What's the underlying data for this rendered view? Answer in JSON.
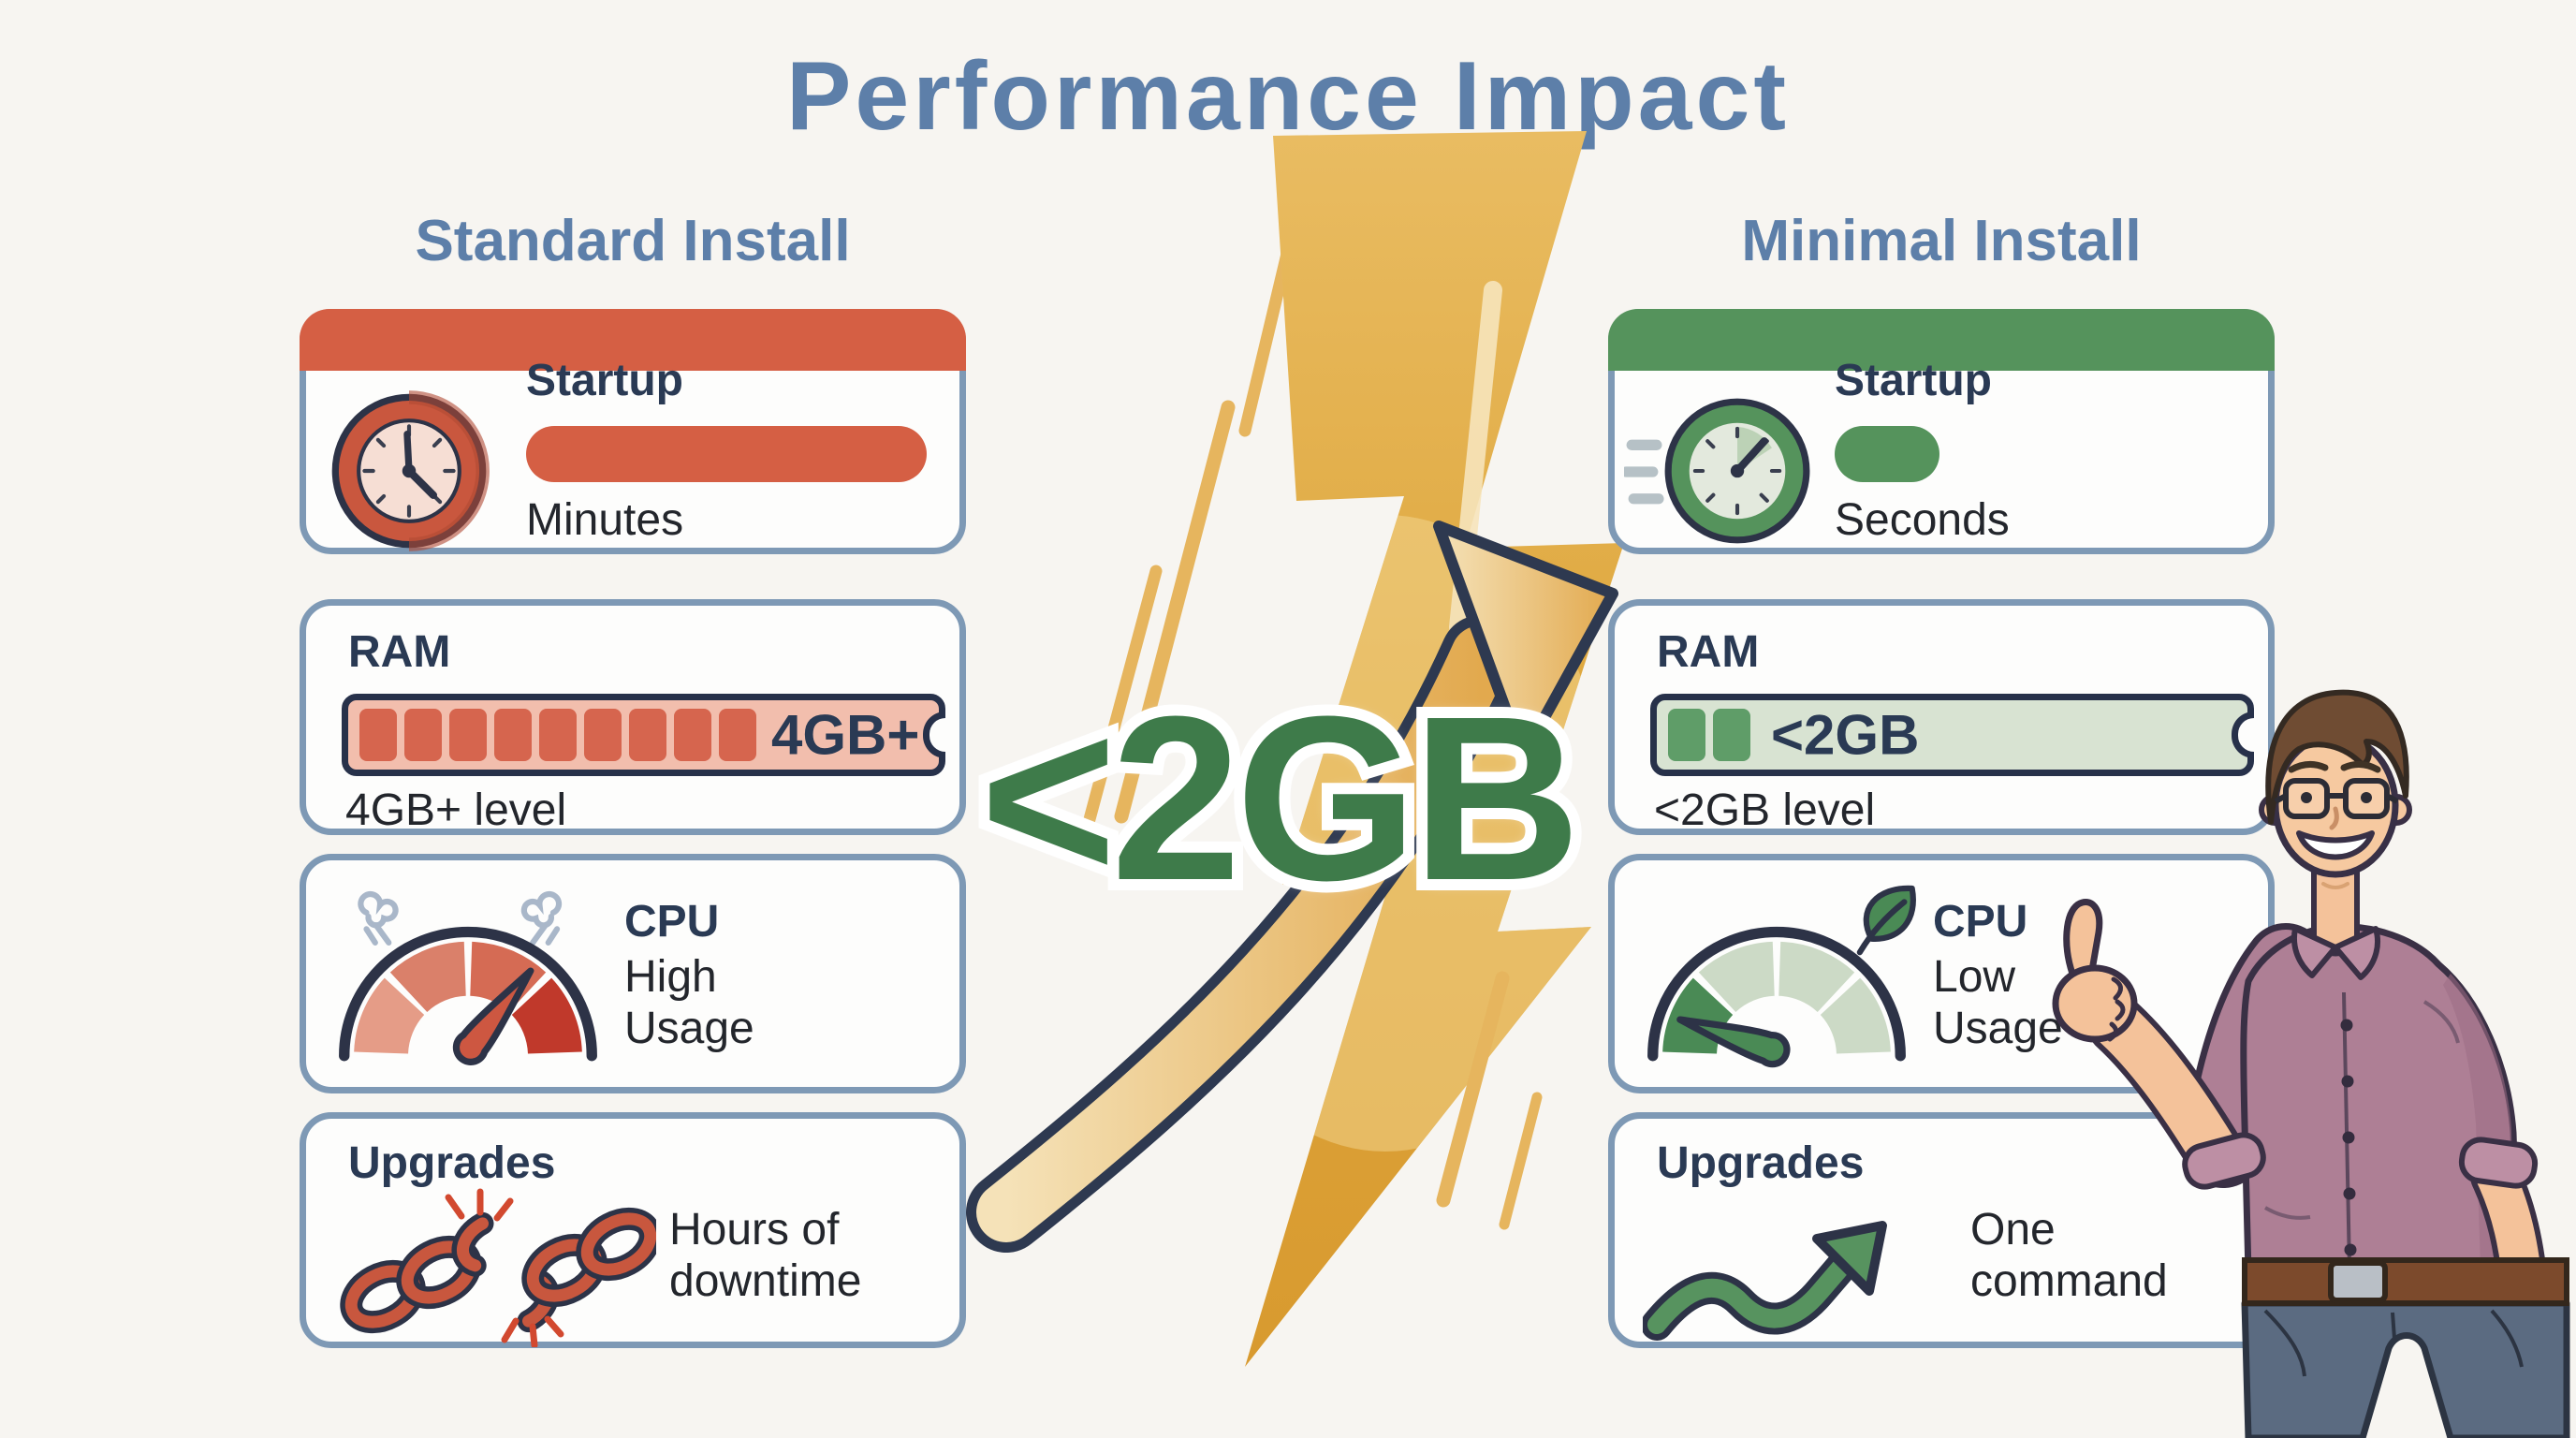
{
  "title": "Performance Impact",
  "center": {
    "value": "<2GB",
    "graphic": "lightning-bolt-with-arrow"
  },
  "theme": {
    "standard_accent": "#d55f44",
    "minimal_accent": "#55935c",
    "title_color": "#5d7fa9",
    "card_border": "#7e99b5",
    "gold": "#dfa83f"
  },
  "standard": {
    "header": "Standard Install",
    "cards": [
      {
        "title": "Startup",
        "value": "Minutes",
        "icon": "clock-icon"
      },
      {
        "title": "RAM",
        "value": "4GB+ level",
        "icon": "ram-bar-icon",
        "bar_label": "4GB+",
        "segments": 9
      },
      {
        "title": "CPU",
        "value": "High\nUsage",
        "icon": "gauge-high-icon"
      },
      {
        "title": "Upgrades",
        "value": "Hours of\ndowntime",
        "icon": "broken-chain-icon"
      }
    ]
  },
  "minimal": {
    "header": "Minimal Install",
    "cards": [
      {
        "title": "Startup",
        "value": "Seconds",
        "icon": "stopwatch-icon"
      },
      {
        "title": "RAM",
        "value": "<2GB level",
        "icon": "ram-bar-icon",
        "bar_label": "<2GB",
        "segments": 2
      },
      {
        "title": "CPU",
        "value": "Low\nUsage",
        "icon": "gauge-low-icon"
      },
      {
        "title": "Upgrades",
        "value": "One\ncommand",
        "icon": "trend-up-icon"
      }
    ]
  }
}
